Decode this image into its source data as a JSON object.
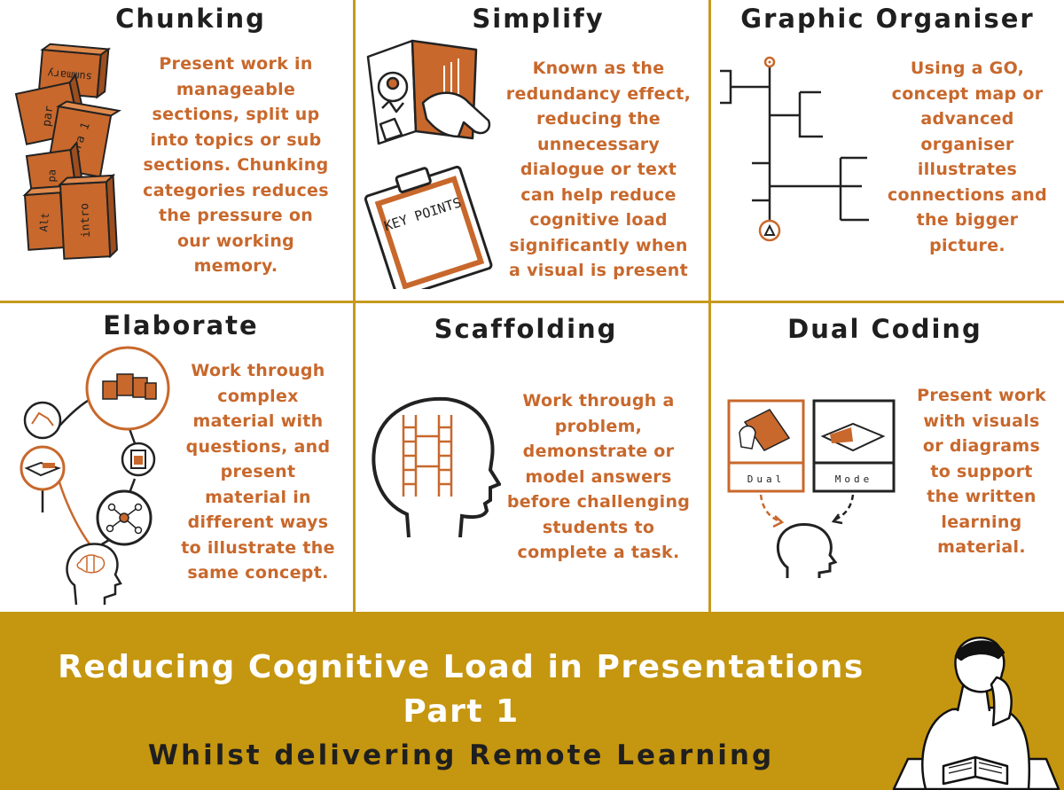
{
  "cells": {
    "chunking": {
      "title": "Chunking",
      "lines": [
        "Present work in",
        "manageable",
        "sections, split up",
        "into topics or sub",
        "sections. Chunking",
        "categories reduces",
        "the pressure on",
        "our working",
        "memory."
      ],
      "block_labels": [
        "summary",
        "para 1",
        "intro",
        "Alt"
      ]
    },
    "simplify": {
      "title": "Simplify",
      "lines": [
        "Known as the",
        "redundancy effect,",
        "reducing the",
        "unnecessary",
        "dialogue or text",
        "can help reduce",
        "cognitive load",
        "significantly when",
        "a visual is present"
      ],
      "clipboard_label": "KEY POINTS"
    },
    "graphic_organiser": {
      "title": "Graphic Organiser",
      "lines": [
        "Using a GO,",
        "concept map or",
        "advanced",
        "organiser",
        "illustrates",
        "connections and",
        "the bigger",
        "picture."
      ]
    },
    "elaborate": {
      "title": "Elaborate",
      "lines": [
        "Work through",
        "complex",
        "material with",
        "questions, and",
        "present",
        "material in",
        "different ways",
        "to illustrate the",
        "same concept."
      ]
    },
    "scaffolding": {
      "title": "Scaffolding",
      "lines": [
        "Work through a",
        "problem,",
        "demonstrate or",
        "model answers",
        "before challenging",
        "students to",
        "complete a task."
      ]
    },
    "dual_coding": {
      "title": "Dual Coding",
      "lines": [
        "Present work",
        "with visuals",
        "or diagrams",
        "to support",
        "the written",
        "learning",
        "material."
      ],
      "card_labels": [
        "Dual",
        "Mode"
      ]
    }
  },
  "banner": {
    "title_line1": "Reducing Cognitive Load in Presentations",
    "title_line2": "Part 1",
    "subtitle": "Whilst delivering Remote Learning"
  },
  "colors": {
    "accent_orange": "#c8682c",
    "divider_gold": "#c69a1e",
    "banner_gold": "#c5960f",
    "title_dark": "#1f1f1f"
  }
}
